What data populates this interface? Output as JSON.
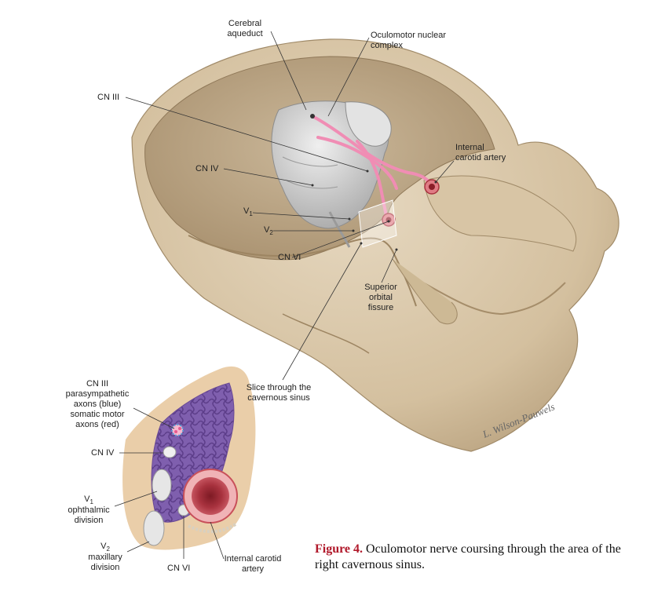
{
  "labels": {
    "cerebral_aqueduct": [
      "Cerebral",
      "aqueduct"
    ],
    "oculomotor_complex": [
      "Oculomotor nuclear",
      "complex"
    ],
    "cn3": "CN III",
    "cn4": "CN IV",
    "v1": {
      "base": "V",
      "sub": "1"
    },
    "v2": {
      "base": "V",
      "sub": "2"
    },
    "cn6": "CN VI",
    "internal_carotid": [
      "Internal",
      "carotid artery"
    ],
    "superior_orbital": [
      "Superior",
      "orbital",
      "fissure"
    ],
    "slice": [
      "Slice through the",
      "cavernous sinus"
    ]
  },
  "inset": {
    "cn3": [
      "CN III",
      "parasympathetic",
      "axons (blue)",
      "somatic motor",
      "axons (red)"
    ],
    "cn4": "CN IV",
    "v1": {
      "base": "V",
      "sub": "1",
      "lines": [
        "ophthalmic",
        "division"
      ]
    },
    "v2": {
      "base": "V",
      "sub": "2",
      "lines": [
        "maxillary",
        "division"
      ]
    },
    "cn6": "CN VI",
    "internal_carotid": [
      "Internal carotid",
      "artery"
    ]
  },
  "caption": {
    "figure": "Figure 4.",
    "text": " Oculomotor nerve coursing through the area of the right cavernous sinus."
  },
  "signature": "L. Wilson-Pauwels",
  "colors": {
    "bone": "#dccbb0",
    "bone_dark": "#b9a27f",
    "brainstem": "#c9c9c9",
    "nerve_pink": "#f08db4",
    "artery": "#c8505a",
    "sinus": "#8e6cb8",
    "caption_red": "#b0182a"
  }
}
